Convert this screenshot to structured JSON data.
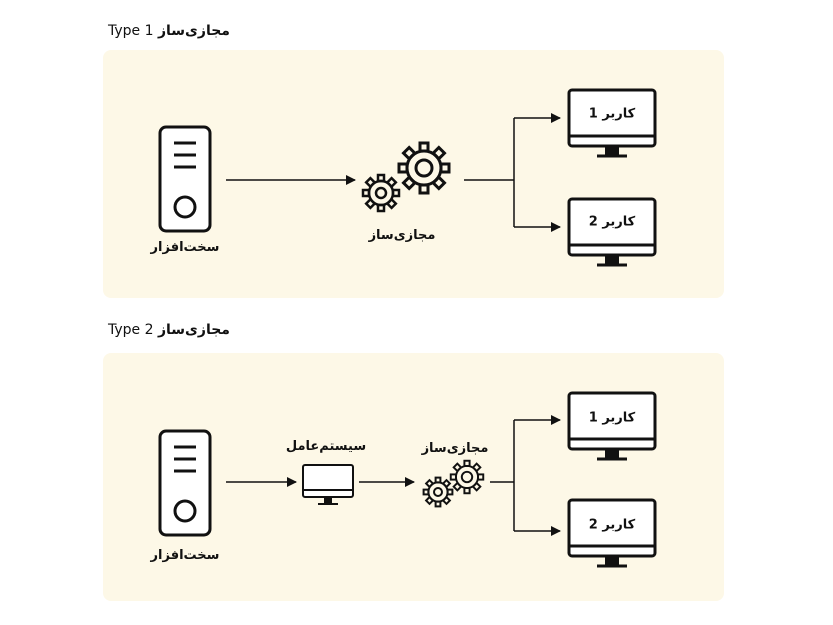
{
  "diagram1": {
    "title_latin": "Type 1",
    "title_fa": "مجازی‌ساز",
    "hardware_label": "سخت‌افزار",
    "hypervisor_label": "مجازی‌ساز",
    "user1_label": "کاربر 1",
    "user2_label": "کاربر 2"
  },
  "diagram2": {
    "title_latin": "Type 2",
    "title_fa": "مجازی‌ساز",
    "hardware_label": "سخت‌افزار",
    "os_label": "سیستم‌عامل",
    "hypervisor_label": "مجازی‌ساز",
    "user1_label": "کاربر 1",
    "user2_label": "کاربر 2"
  },
  "colors": {
    "panel_background": "#fdf8e7",
    "stroke": "#111111"
  },
  "icons": [
    "server-icon",
    "gears-icon",
    "monitor-icon",
    "arrow-icon"
  ]
}
